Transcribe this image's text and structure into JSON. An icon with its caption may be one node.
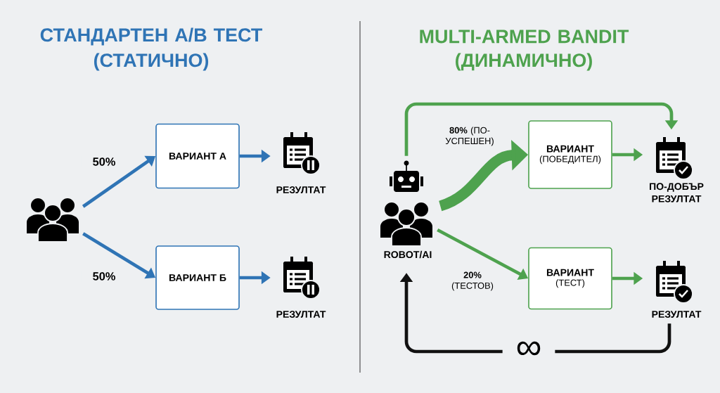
{
  "diagram": {
    "nodes": [
      {
        "text": [],
        "shape": "people"
      },
      {
        "text": [
          "ВАРИАНТ А"
        ]
      },
      {
        "text": [
          "ВАРИАНТ Б"
        ]
      },
      {
        "text": [],
        "shape": "calendar",
        "beside": [
          "РЕЗУЛТАТ"
        ]
      },
      {
        "text": [],
        "shape": "calendar",
        "beside": [
          "РЕЗУЛТАТ"
        ]
      },
      {
        "text": [],
        "shape": "robot",
        "beside": [
          "ROBOT/AI"
        ]
      },
      {
        "text": [
          "ВАРИАНТ",
          "(ПОБЕДИТЕЛ)"
        ]
      },
      {
        "text": [
          "ВАРИАНТ",
          "(ТЕСТ)"
        ]
      },
      {
        "text": [],
        "shape": "calendar",
        "beside": [
          "ПО-ДОБЪР РЕЗУЛТАТ"
        ]
      },
      {
        "text": [],
        "shape": "calendar",
        "beside": [
          "РЕЗУЛТАТ"
        ]
      }
    ],
    "edges": [
      {
        "from": 0,
        "to": 1,
        "arrow": "to",
        "label": "50%",
        "color": "#2f74b5"
      },
      {
        "from": 0,
        "to": 2,
        "arrow": "to",
        "label": "50%",
        "color": "#2f74b5"
      },
      {
        "from": 1,
        "to": 3,
        "arrow": "to",
        "color": "#2f74b5"
      },
      {
        "from": 2,
        "to": 4,
        "arrow": "to",
        "color": "#2f74b5"
      },
      {
        "from": 5,
        "to": 6,
        "arrow": "to",
        "label": "**80%** (ПО-УСПЕШЕН)",
        "style": "thick",
        "color": "#4ea24e"
      },
      {
        "from": 5,
        "to": 7,
        "arrow": "to",
        "label": "**20%** (ТЕСТОВ)",
        "color": "#4ea24e"
      },
      {
        "from": 6,
        "to": 8,
        "arrow": "to",
        "color": "#4ea24e"
      },
      {
        "from": 7,
        "to": 9,
        "arrow": "to",
        "color": "#4ea24e"
      },
      {
        "from": 5,
        "to": 8,
        "arrow": "to",
        "color": "#4ea24e"
      },
      {
        "from": 9,
        "to": 5,
        "arrow": "to",
        "label": "∞",
        "color": "#111111"
      }
    ],
    "labels": [
      "СТАНДАРТЕН A/B ТЕСТ",
      "(СТАТИЧНО)",
      "MULTI-ARMED BANDIT",
      "(ДИНАМИЧНО)"
    ]
  }
}
